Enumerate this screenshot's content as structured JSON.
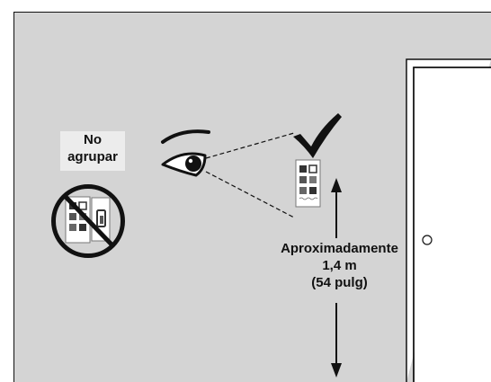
{
  "warning_label": {
    "line1": "No",
    "line2": "agrupar"
  },
  "height_label": {
    "line1": "Aproximadamente",
    "line2": "1,4 m",
    "line3": "(54 pulg)"
  },
  "icons": [
    "eye-icon",
    "checkmark-icon",
    "prohibition-icon",
    "thermostat-icon",
    "door-icon",
    "double-arrow-icon"
  ],
  "colors": {
    "wall": "#d4d4d4",
    "door": "#ffffff",
    "line": "#111111",
    "label_bg": "#ececec"
  }
}
